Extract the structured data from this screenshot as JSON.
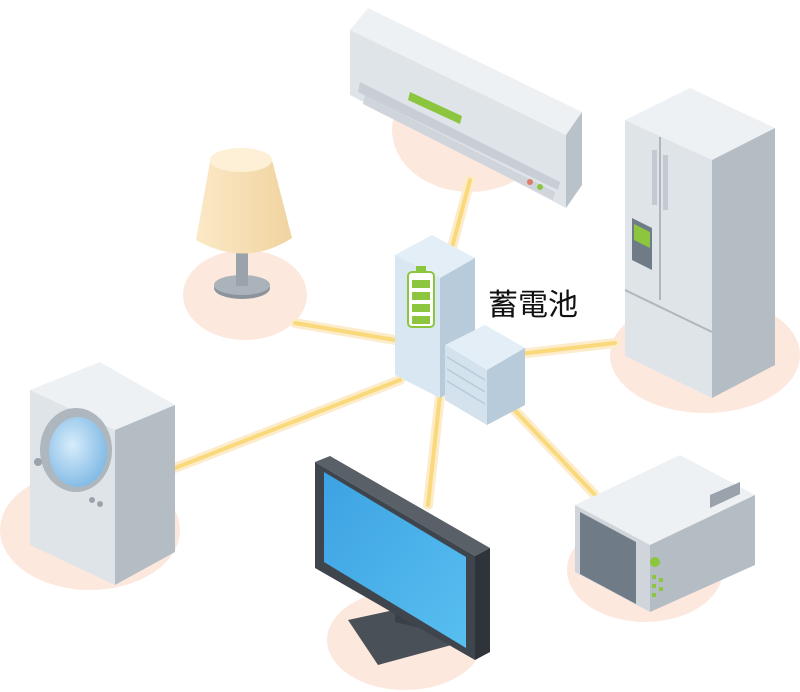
{
  "label": "蓄電池",
  "colors": {
    "connection": "#f9d97a",
    "connection_glow": "#fdeccb",
    "shadow": "#fde8de",
    "device_light": "#e6eaee",
    "device_mid": "#c9cfd5",
    "device_dark": "#a9b1b9",
    "accent_green": "#8cc63f",
    "screen_blue": "#4aaee8",
    "lamp_shade": "#f6deb0",
    "battery_blue": "#cfe0ec"
  },
  "devices": [
    "air-conditioner",
    "refrigerator",
    "lamp",
    "washing-machine",
    "television",
    "microwave",
    "storage-battery"
  ]
}
